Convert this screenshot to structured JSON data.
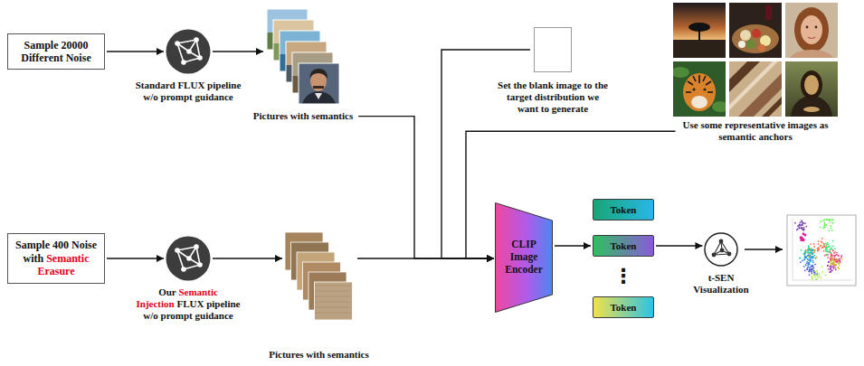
{
  "diagram": {
    "nodes": [
      {
        "text": [
          "Sample 20000 Different Noise"
        ]
      },
      {
        "text": [
          "Standard FLUX pipeline w/o prompt guidance"
        ]
      },
      {
        "text": [
          "Pictures with semantics"
        ]
      },
      {
        "text": [
          "Sample 400 Noise with",
          "Semantic Erasure"
        ]
      },
      {
        "text": [
          "Our",
          "Semantic Injection",
          "FLUX pipeline w/o prompt guidance"
        ]
      },
      {
        "text": [
          "Pictures with semantics"
        ]
      },
      {
        "text": [
          "Set the blank image to the target distribution we want to generate"
        ]
      },
      {
        "text": [
          "Use some representative images as semantic anchors"
        ]
      },
      {
        "text": [
          "CLIP Image Encoder"
        ]
      },
      {
        "text": [
          "Token"
        ]
      },
      {
        "text": [
          "Token"
        ]
      },
      {
        "text": [
          "Token"
        ]
      },
      {
        "text": [
          "t-SEN Visualization"
        ]
      }
    ],
    "edges": [
      {
        "from": 0,
        "to": 1,
        "arrow": "to"
      },
      {
        "from": 1,
        "to": 2,
        "arrow": "to"
      },
      {
        "from": 3,
        "to": 4,
        "arrow": "to"
      },
      {
        "from": 4,
        "to": 5,
        "arrow": "to"
      },
      {
        "from": 2,
        "to": 8,
        "arrow": "to"
      },
      {
        "from": 5,
        "to": 8,
        "arrow": "to"
      },
      {
        "from": 6,
        "to": 8,
        "arrow": "to"
      },
      {
        "from": 7,
        "to": 8,
        "arrow": "to"
      },
      {
        "from": 8,
        "to": 10,
        "arrow": "to"
      },
      {
        "from": 10,
        "to": 12,
        "arrow": "to"
      }
    ],
    "labels": [
      "⋮"
    ]
  }
}
